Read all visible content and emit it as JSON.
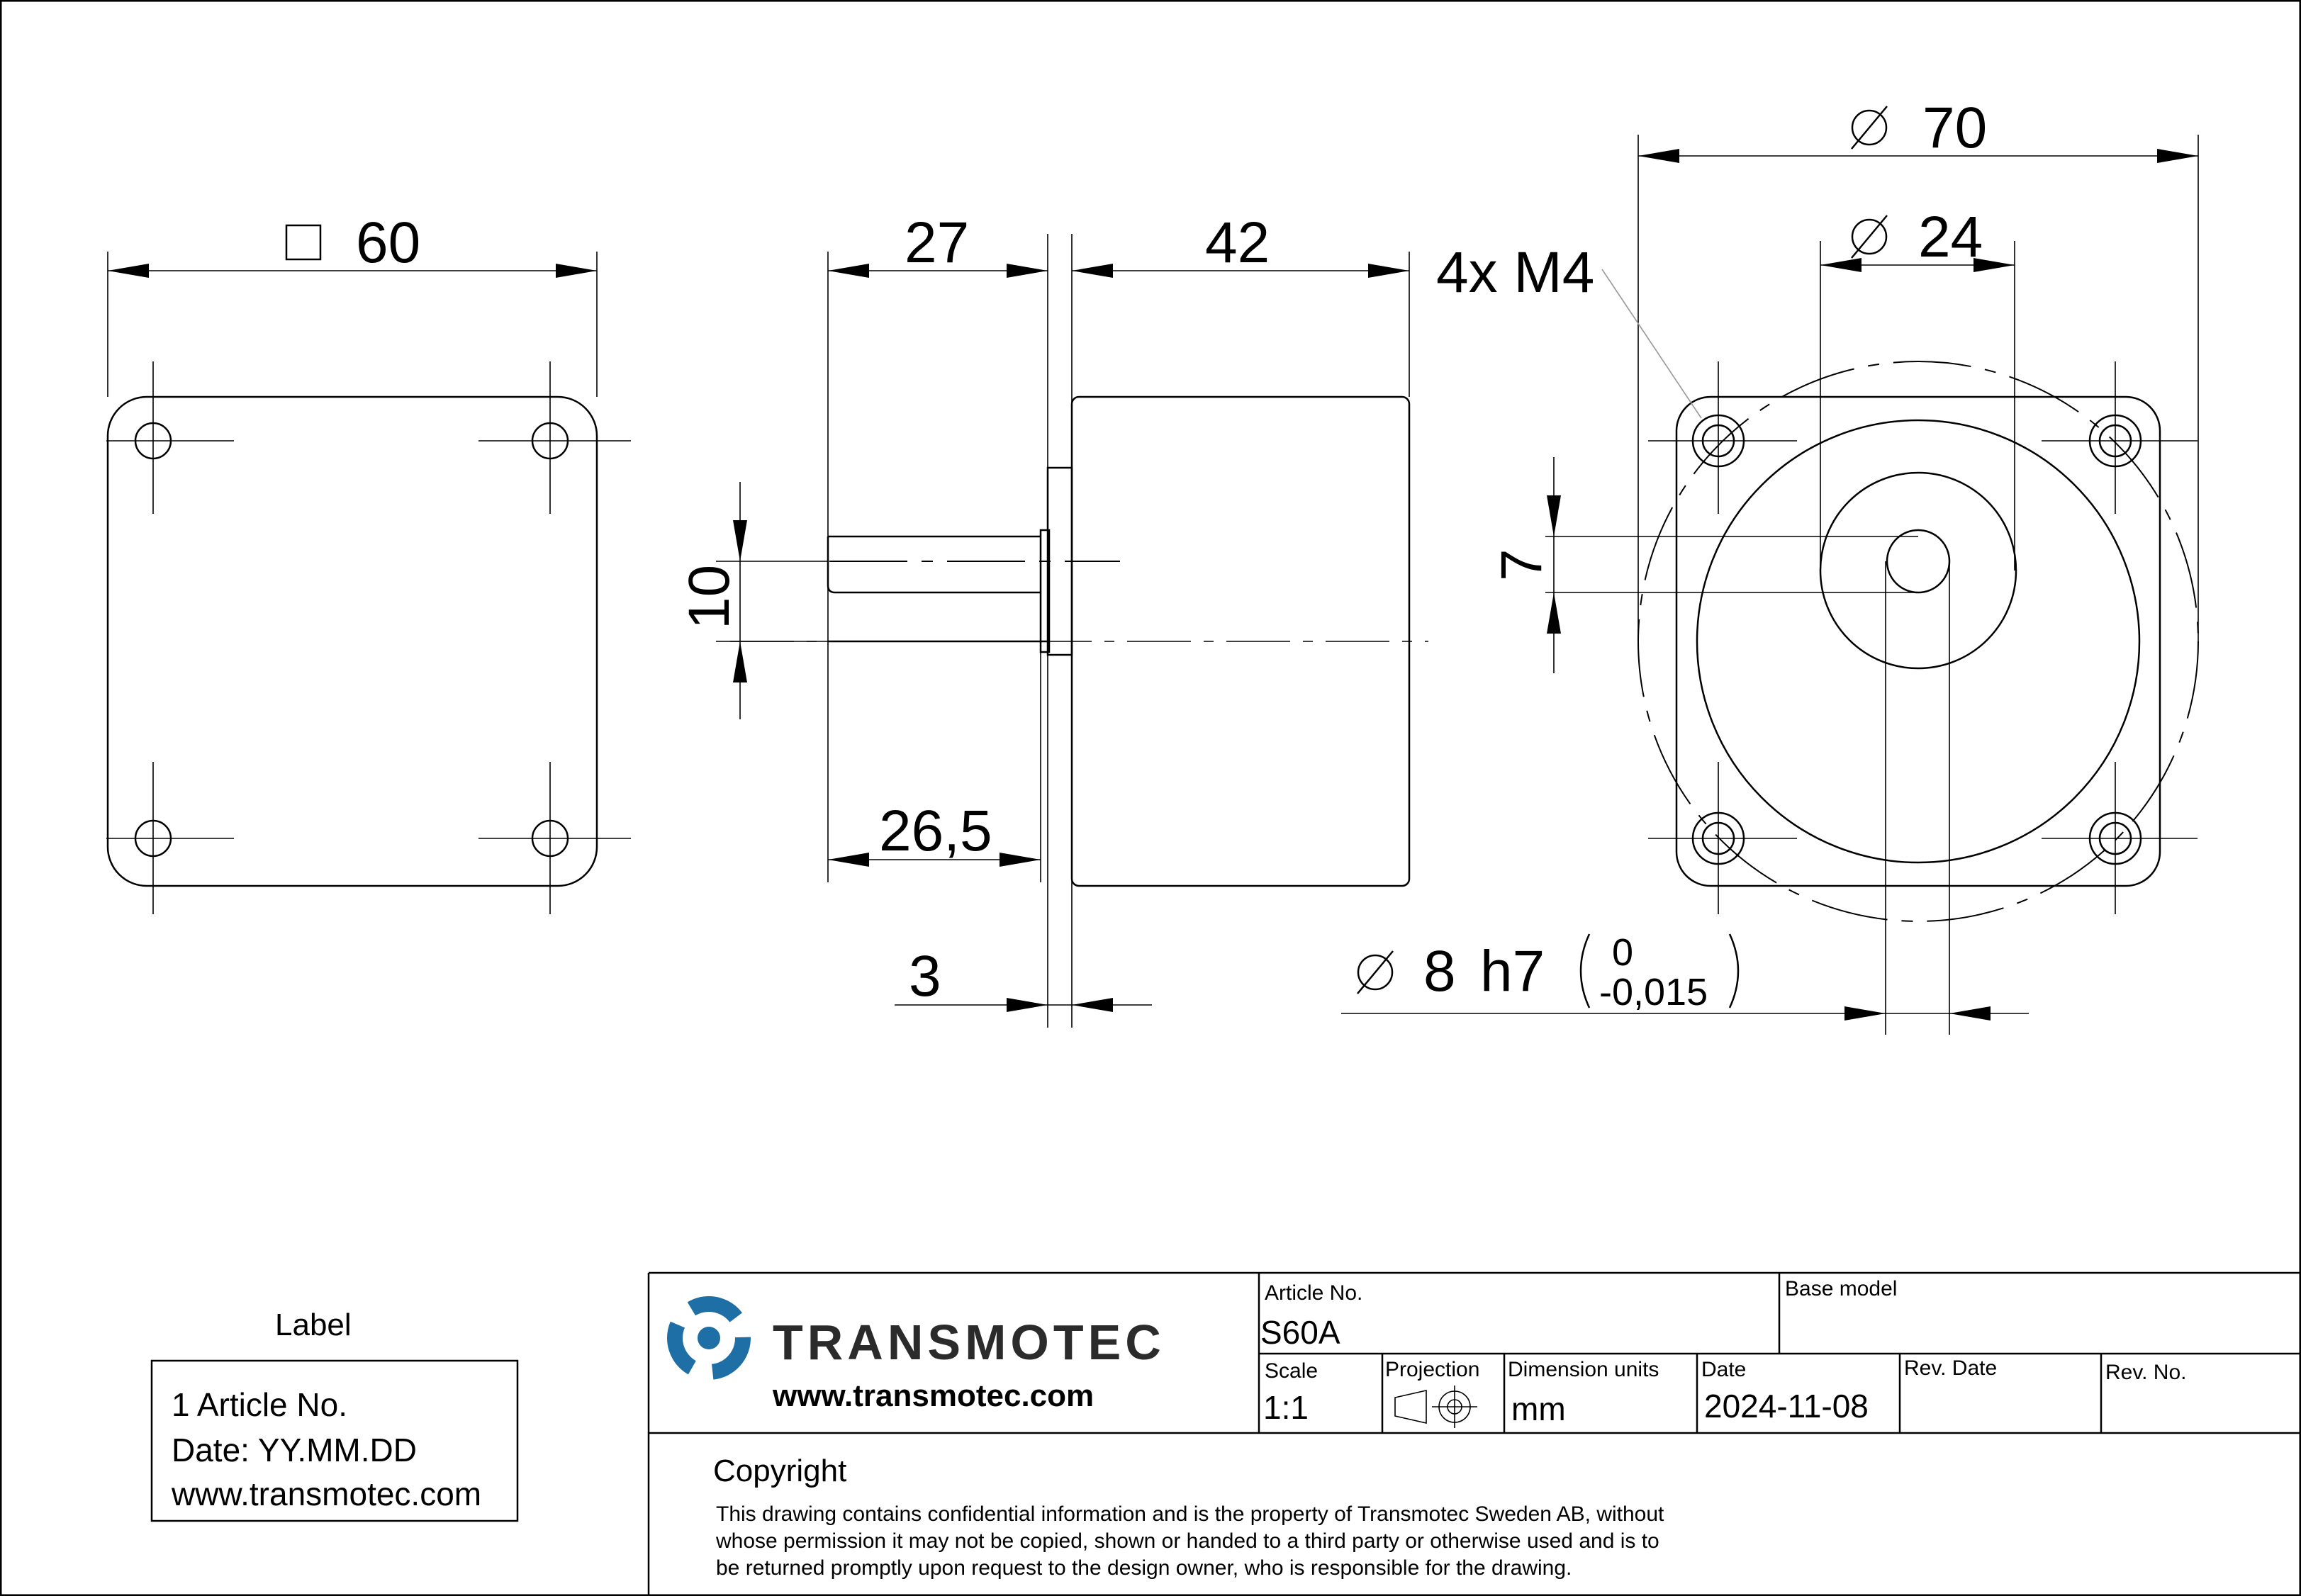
{
  "dimensions": {
    "square_60": "60",
    "len_27": "27",
    "len_42": "42",
    "shaft_10": "10",
    "len_26_5": "26,5",
    "flange_3": "3",
    "dia_70": "70",
    "dia_24": "24",
    "holes": "4x M4",
    "flat_7": "7",
    "shaft_dia": "8",
    "fit": "h7",
    "tol_upper": "0",
    "tol_lower": "-0,015"
  },
  "label_box": {
    "title": "Label",
    "line1": "1 Article No.",
    "line2": "Date: YY.MM.DD",
    "line3": "www.transmotec.com"
  },
  "title_block": {
    "brand": "TRANSMOTEC",
    "website": "www.transmotec.com",
    "article_no_label": "Article No.",
    "article_no": "S60A",
    "base_model_label": "Base model",
    "base_model": "",
    "scale_label": "Scale",
    "scale": "1:1",
    "projection_label": "Projection",
    "dim_units_label": "Dimension units",
    "dim_units": "mm",
    "date_label": "Date",
    "date": "2024-11-08",
    "rev_date_label": "Rev. Date",
    "rev_date": "",
    "rev_no_label": "Rev. No.",
    "rev_no": "",
    "copyright_title": "Copyright",
    "copyright_line1": "This drawing contains confidential information and is the property of Transmotec Sweden AB, without",
    "copyright_line2": "whose permission it may not be copied, shown or handed to a third party or otherwise used and is to",
    "copyright_line3": "be returned promptly upon request to the design owner, who is responsible for the drawing."
  },
  "colors": {
    "logo_blue": "#1d6fa5",
    "brand_text": "#2b2b2b",
    "line": "#000000"
  }
}
